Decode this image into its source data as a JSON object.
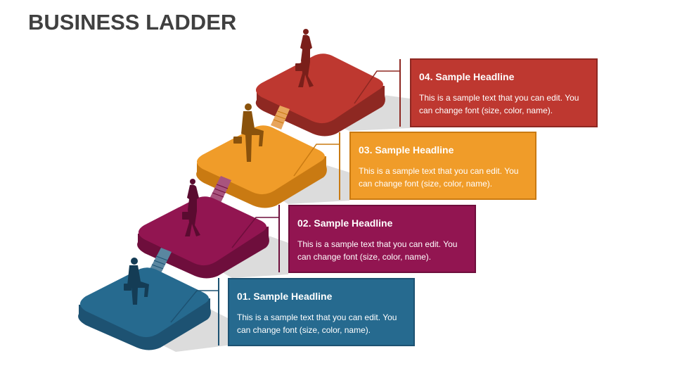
{
  "title": "BUSINESS LADDER",
  "steps": [
    {
      "number": "01",
      "headline": "01. Sample Headline",
      "text": "This is a sample text that you can edit. You can change font (size, color, name).",
      "color": "#266A8F",
      "dark": "#1D5272",
      "figure": "businessman-climbing"
    },
    {
      "number": "02",
      "headline": "02. Sample Headline",
      "text": "This is a sample text that you can edit. You can change font (size, color, name).",
      "color": "#921551",
      "dark": "#6E0E3C",
      "figure": "businesswoman-walking"
    },
    {
      "number": "03",
      "headline": "03. Sample Headline",
      "text": "This is a sample text that you can edit. You can change font (size, color, name).",
      "color": "#F09C29",
      "dark": "#C97A12",
      "figure": "businessman-climbing"
    },
    {
      "number": "04",
      "headline": "04. Sample Headline",
      "text": "This is a sample text that you can edit. You can change font (size, color, name).",
      "color": "#BE3830",
      "dark": "#8E2822",
      "figure": "businesswoman-walking"
    }
  ]
}
